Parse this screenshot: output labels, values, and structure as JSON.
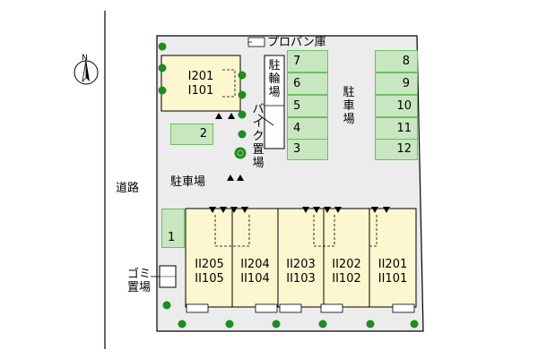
{
  "road_label": "道路",
  "north_label": "N",
  "propane_label": "プロパン庫",
  "bicycle_parking_label": "駐輪場",
  "bike_parking_label": "バイク置場",
  "parking_label_center": "駐車場",
  "parking_label_right": "駐車場",
  "garbage_label": "ゴミ置場",
  "building_one": {
    "upper": "I201",
    "lower": "I101"
  },
  "building_two": [
    {
      "upper": "II205",
      "lower": "II105"
    },
    {
      "upper": "II204",
      "lower": "II104"
    },
    {
      "upper": "II203",
      "lower": "II103"
    },
    {
      "upper": "II202",
      "lower": "II102"
    },
    {
      "upper": "II201",
      "lower": "II101"
    }
  ],
  "parking_spaces": {
    "col_a": [
      "7",
      "6",
      "5",
      "4",
      "3"
    ],
    "col_b": [
      "8",
      "9",
      "10",
      "11",
      "12"
    ],
    "p1": "1",
    "p2": "2"
  },
  "colors": {
    "building": "#fcf7cf",
    "parking_fill": "#c8e6c0",
    "parking_border": "#6cbf60",
    "tree": "#1e8c1e",
    "lot": "#eeeeee"
  }
}
